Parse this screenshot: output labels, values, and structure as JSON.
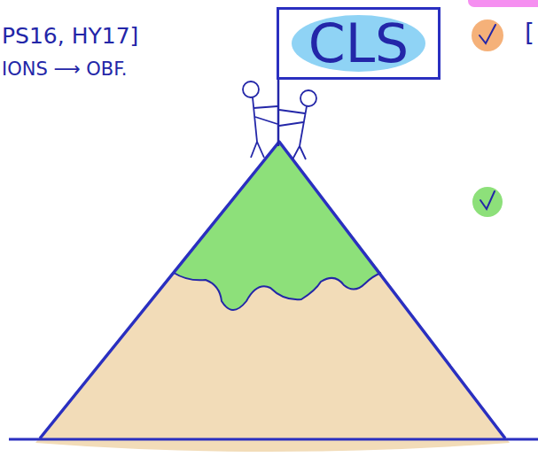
{
  "diagram": {
    "nodes": [
      {
        "text": [
          "CLS"
        ]
      }
    ],
    "labels": [
      "PS16, HY17]",
      "IONS ⟶ OBF.",
      "["
    ]
  }
}
